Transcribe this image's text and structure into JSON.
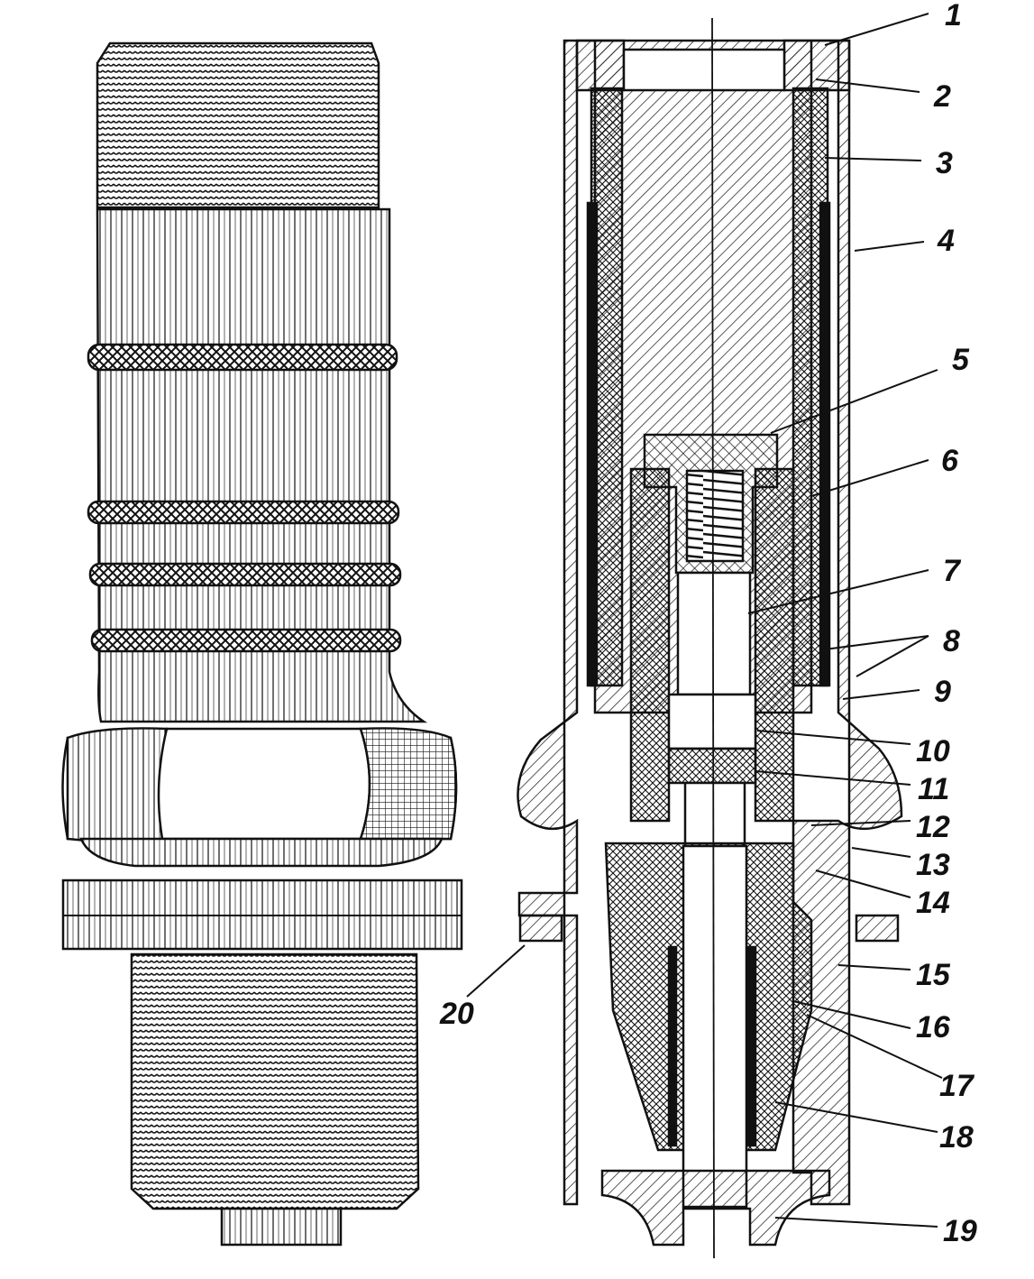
{
  "figure": {
    "colors": {
      "ink": "#111111",
      "paper": "#ffffff"
    },
    "callouts": [
      {
        "id": "1",
        "text": "1"
      },
      {
        "id": "2",
        "text": "2"
      },
      {
        "id": "3",
        "text": "3"
      },
      {
        "id": "4",
        "text": "4"
      },
      {
        "id": "5",
        "text": "5"
      },
      {
        "id": "6",
        "text": "6"
      },
      {
        "id": "7",
        "text": "7"
      },
      {
        "id": "8",
        "text": "8"
      },
      {
        "id": "9",
        "text": "9"
      },
      {
        "id": "10",
        "text": "10"
      },
      {
        "id": "11",
        "text": "11"
      },
      {
        "id": "12",
        "text": "12"
      },
      {
        "id": "13",
        "text": "13"
      },
      {
        "id": "14",
        "text": "14"
      },
      {
        "id": "15",
        "text": "15"
      },
      {
        "id": "16",
        "text": "16"
      },
      {
        "id": "17",
        "text": "17"
      },
      {
        "id": "18",
        "text": "18"
      },
      {
        "id": "19",
        "text": "19"
      },
      {
        "id": "20",
        "text": "20"
      }
    ]
  }
}
